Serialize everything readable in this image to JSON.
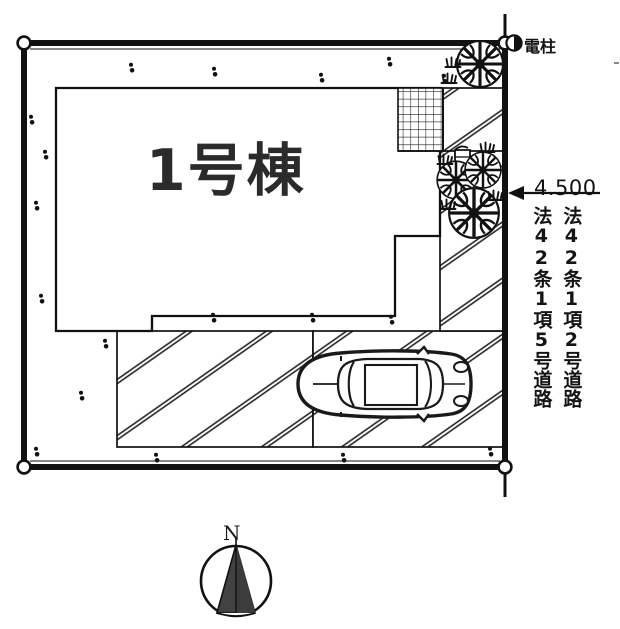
{
  "document": {
    "kind": "site-plan",
    "title": "区画図",
    "background_color": "#ffffff",
    "line_color": "#141414"
  },
  "labels": {
    "building_name": "1号棟",
    "utility_pole": "電柱",
    "road_width": "4.500",
    "road_left": "法42条1項5号道路",
    "road_right": "法42条1項2号道路",
    "compass_north": "N"
  },
  "legend": [
    {
      "symbol": "half-filled-circle",
      "label": "電柱"
    }
  ],
  "features": {
    "site_boundary": "敷地境界線",
    "building": "1号棟",
    "parking": "駐車場",
    "car": "自動車",
    "trees": "植栽",
    "terrace_grid": "タイルテラス",
    "meter_box": "メーターボックス",
    "survey_markers": 4
  },
  "colors": {
    "ink": "#141414",
    "building_text": "#2b2b2b",
    "compass_fill": "#3c3c3c",
    "white": "#ffffff"
  }
}
